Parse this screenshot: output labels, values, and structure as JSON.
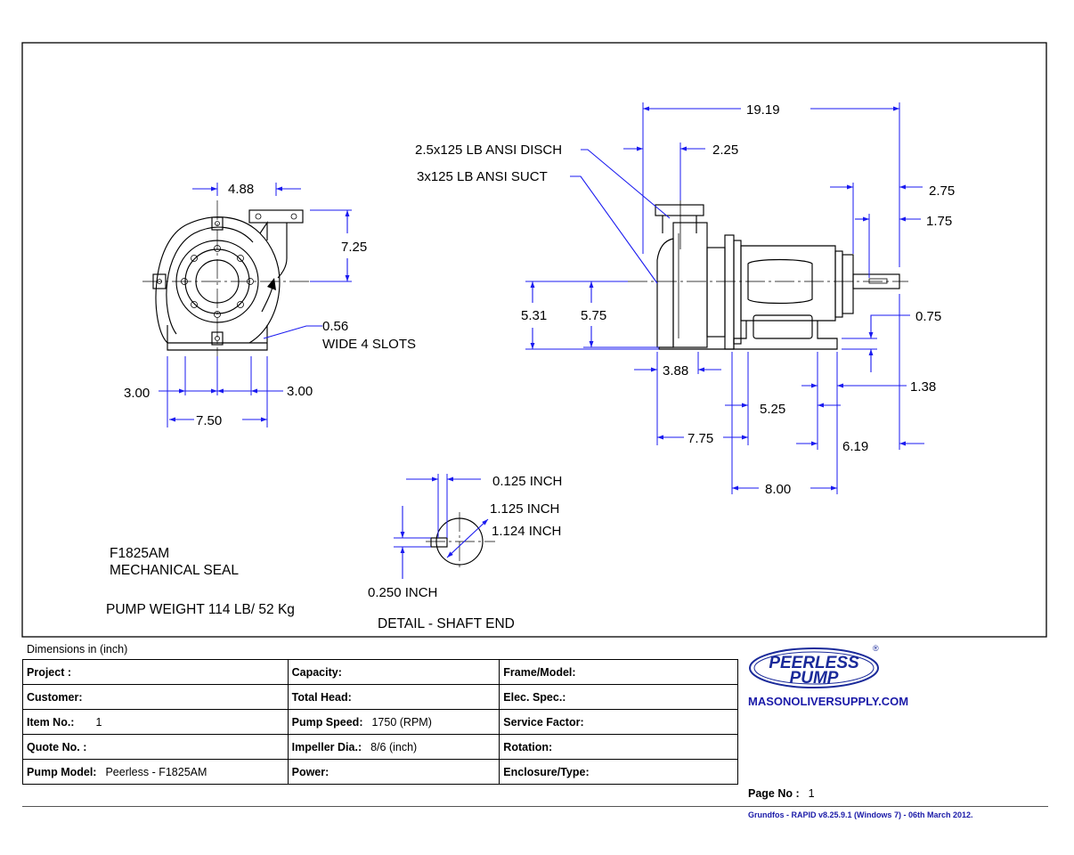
{
  "drawing": {
    "dims": {
      "d_4_88": "4.88",
      "d_7_25": "7.25",
      "d_0_56": "0.56",
      "d_wide_slots": "WIDE 4 SLOTS",
      "d_3_00_left": "3.00",
      "d_3_00_right": "3.00",
      "d_7_50": "7.50",
      "d_19_19": "19.19",
      "d_2_25": "2.25",
      "d_2_75": "2.75",
      "d_1_75": "1.75",
      "d_5_31": "5.31",
      "d_5_75": "5.75",
      "d_0_75": "0.75",
      "d_3_88": "3.88",
      "d_1_38": "1.38",
      "d_5_25": "5.25",
      "d_7_75": "7.75",
      "d_6_19": "6.19",
      "d_8_00": "8.00"
    },
    "callouts": {
      "discharge": "2.5x125 LB ANSI DISCH",
      "suction": "3x125 LB ANSI SUCT"
    },
    "detail": {
      "key_width": "0.125 INCH",
      "shaft_max": "1.125 INCH",
      "shaft_min": "1.124 INCH",
      "key_depth": "0.250 INCH",
      "title": "DETAIL - SHAFT END"
    },
    "notes": {
      "model": "F1825AM",
      "seal": "MECHANICAL SEAL",
      "weight": "PUMP WEIGHT  114 LB/ 52 Kg"
    }
  },
  "units_note": "Dimensions in  (inch)",
  "table": {
    "project": "Project :",
    "customer": "Customer:",
    "item_no_label": "Item No.:",
    "item_no_value": "1",
    "quote_no": "Quote No. :",
    "pump_model_label": "Pump Model:",
    "pump_model_value": "Peerless - F1825AM",
    "capacity": "Capacity:",
    "total_head": "Total Head:",
    "pump_speed_label": "Pump Speed:",
    "pump_speed_value": "1750 (RPM)",
    "impeller_label": "Impeller Dia.:",
    "impeller_value": "8/6 (inch)",
    "power": "Power:",
    "frame_model": "Frame/Model:",
    "elec_spec": "Elec. Spec.:",
    "service_factor": "Service Factor:",
    "rotation": "Rotation:",
    "enclosure": "Enclosure/Type:"
  },
  "logo": {
    "line1": "PEERLESS",
    "line2": "PUMP",
    "registered": "®",
    "color": "#1a2a9a"
  },
  "website": "MASONOLIVERSUPPLY.COM",
  "page_no_label": "Page No :",
  "page_no_value": "1",
  "footer": "Grundfos - RAPID v8.25.9.1 (Windows 7) - 06th March 2012."
}
